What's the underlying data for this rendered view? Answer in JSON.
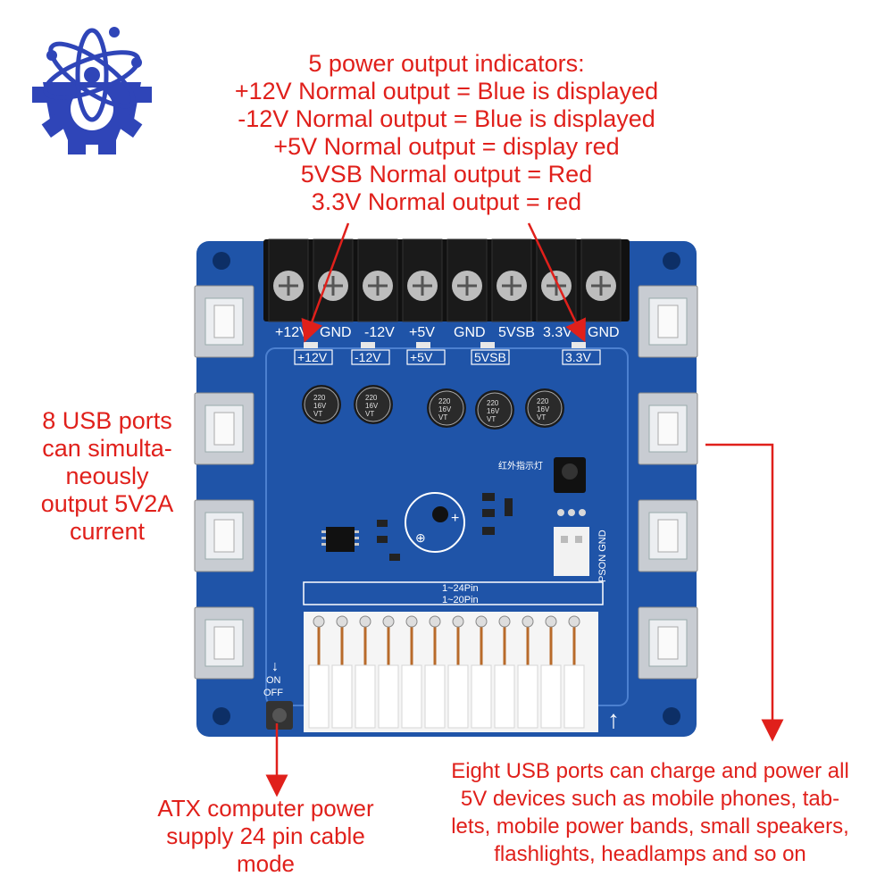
{
  "annotations": {
    "top": {
      "lines": [
        "5 power output indicators:",
        "+12V Normal output = Blue is displayed",
        "-12V Normal output = Blue is displayed",
        "+5V Normal output = display red",
        "5VSB Normal output = Red",
        "3.3V Normal output = red"
      ]
    },
    "left": {
      "lines": [
        "8 USB ports",
        "can simulta-",
        "neously",
        "output 5V2A",
        "current"
      ]
    },
    "bottom_left": {
      "lines": [
        "ATX computer power",
        "supply 24 pin cable",
        "mode"
      ]
    },
    "bottom_right": {
      "lines": [
        "Eight USB ports can charge and power all",
        "5V devices such as mobile phones, tab-",
        "lets, mobile power bands, small speakers,",
        "flashlights, headlamps and so on"
      ]
    }
  },
  "board": {
    "terminal_labels": [
      "+12V",
      "GND",
      "-12V",
      "+5V",
      "GND",
      "5VSB",
      "3.3V",
      "GND"
    ],
    "indicator_labels": [
      "+12V",
      "-12V",
      "+5V",
      "5VSB",
      "3.3V"
    ],
    "capacitors": [
      {
        "lines": [
          "220",
          "16V",
          "VT"
        ]
      },
      {
        "lines": [
          "220",
          "16V",
          "VT"
        ]
      },
      {
        "lines": [
          "220",
          "16V",
          "VT"
        ]
      },
      {
        "lines": [
          "220",
          "16V",
          "VT"
        ]
      },
      {
        "lines": [
          "220",
          "16V",
          "VT"
        ]
      }
    ],
    "ir_label": "红外指示灯",
    "pson_label": "PSON GND",
    "pin_labels": [
      "1~24Pin",
      "1~20Pin"
    ],
    "switch_labels": [
      "ON",
      "OFF"
    ],
    "usb_port_count": 8
  },
  "colors": {
    "annotation": "#e0201b",
    "pcb": "#1f54a8",
    "silkscreen": "#ffffff",
    "logo": "#2f45b8"
  }
}
